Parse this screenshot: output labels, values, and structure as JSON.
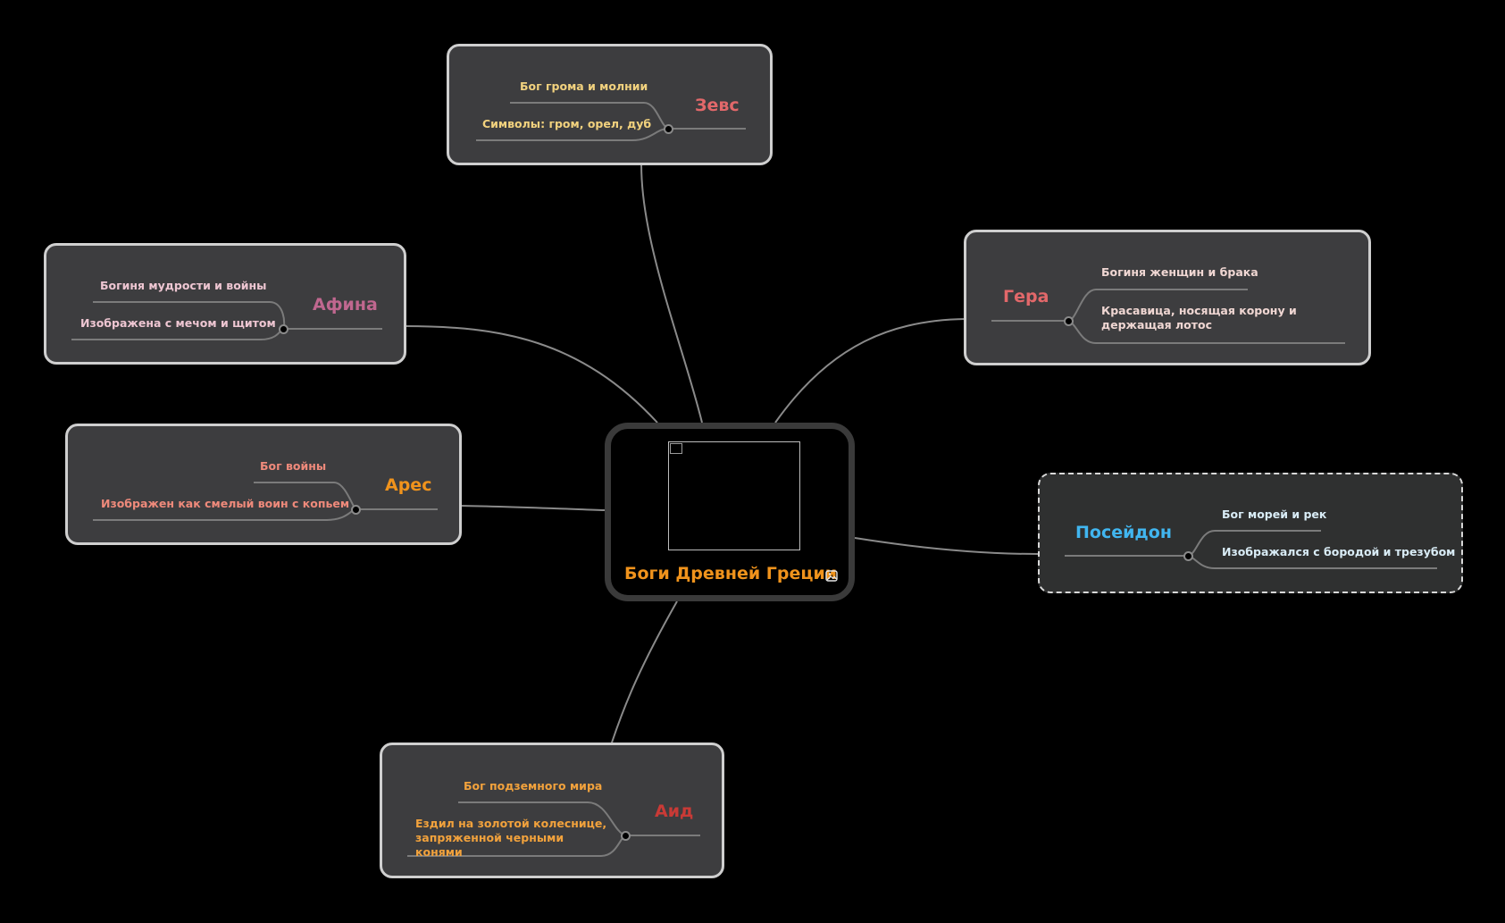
{
  "central": {
    "title": "Боги Древней Греции",
    "title_color": "#f0931c",
    "image_icon": "image-icon"
  },
  "gods": {
    "zeus": {
      "name": "Зевс",
      "name_color": "#e2686a",
      "attr_color": "#f2d27e",
      "attributes": [
        "Бог грома и молнии",
        "Символы: гром, орел, дуб"
      ]
    },
    "athena": {
      "name": "Афина",
      "name_color": "#c0678f",
      "attr_color": "#eec6d2",
      "attributes": [
        "Богиня мудрости и войны",
        "Изображена с мечом и щитом"
      ]
    },
    "hera": {
      "name": "Гера",
      "name_color": "#e2686a",
      "attr_color": "#f0d7d3",
      "attributes": [
        "Богиня женщин и брака",
        "Красавица, носящая корону и держащая лотос"
      ]
    },
    "ares": {
      "name": "Арес",
      "name_color": "#f0931c",
      "attr_color": "#ef8a7b",
      "attributes": [
        "Бог войны",
        "Изображен как смелый воин с копьем"
      ]
    },
    "poseidon": {
      "name": "Посейдон",
      "name_color": "#41b6f0",
      "attr_color": "#d9ecf6",
      "attributes": [
        "Бог морей и рек",
        "Изображался с бородой и трезубом"
      ]
    },
    "hades": {
      "name": "Аид",
      "name_color": "#c93a36",
      "attr_color": "#f2a23c",
      "attributes": [
        "Бог  подземного мира",
        "Ездил на золотой колеснице, запряженной черными конями"
      ]
    }
  },
  "colors": {
    "background": "#000000",
    "card_fill": "#3d3d3f",
    "card_border": "#cfcfcf",
    "connector": "#8a8a8a"
  }
}
